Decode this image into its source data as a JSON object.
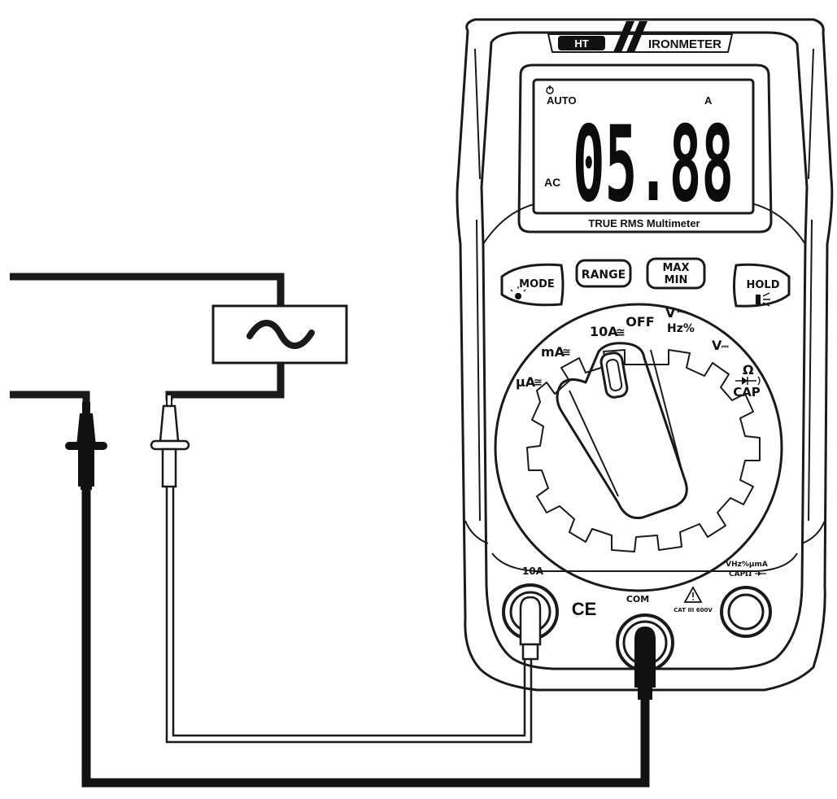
{
  "meter": {
    "brand": "HT",
    "model": "IRONMETER",
    "subtitle": "TRUE RMS Multimeter"
  },
  "display": {
    "reading": "05.88",
    "unit": "A",
    "mode_auto": "AUTO",
    "mode_ac": "AC"
  },
  "buttons": {
    "mode": "MODE",
    "range": "RANGE",
    "maxmin_line1": "MAX",
    "maxmin_line2": "MIN",
    "hold": "HOLD"
  },
  "dial": {
    "off": "OFF",
    "tenA": "10A",
    "mA": "mA",
    "uA": "µA",
    "v_ac": "V",
    "hz_pct": "Hz%",
    "v_dc": "V",
    "ohm": "Ω",
    "cap": "CAP",
    "ac_symbol": "~",
    "acdc_symbol": "≅",
    "dc_symbol": "⎓"
  },
  "terminals": {
    "tenA": "10A",
    "com": "COM",
    "vcap_line1": "VHz%µmA",
    "vcap_line2": "CAPΩ",
    "cat": "CAT III 600V",
    "ce": "CE",
    "warning_icon": "warning-triangle-icon"
  },
  "circuit": {
    "source_symbol": "~",
    "source_icon": "ac-source-icon"
  },
  "colors": {
    "ink": "#1a1a1a",
    "background": "#ffffff"
  }
}
